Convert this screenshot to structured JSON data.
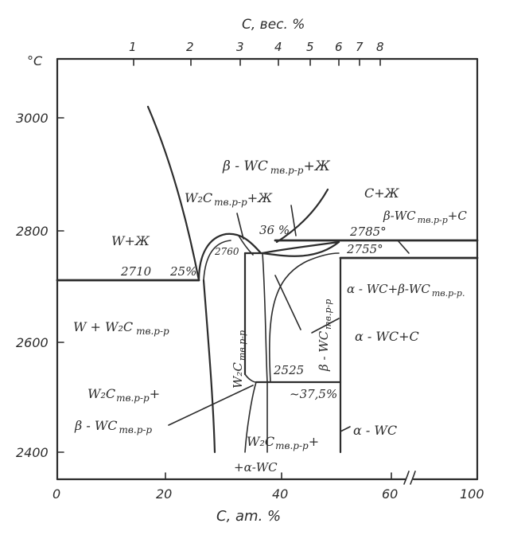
{
  "top_axis": {
    "title": "C, вес. %",
    "ticks": [
      "1",
      "2",
      "3",
      "4",
      "5",
      "6",
      "7",
      "8"
    ]
  },
  "left_axis": {
    "unit": "°C",
    "ticks": [
      "3000",
      "2800",
      "2600",
      "2400"
    ]
  },
  "bottom_axis": {
    "title": "C, am. %",
    "ticks": [
      "0",
      "20",
      "40",
      "60",
      "100"
    ]
  },
  "regions": {
    "w_liquid": "W+Ж",
    "w_w2c": "W + W₂C",
    "w_w2c_sub": "тв.р-р",
    "w2c_liq": "W₂C",
    "w2c_liq_sub": "тв.р-р",
    "w2c_liq_tail": "+Ж",
    "beta_liq": "β - WC",
    "beta_liq_sub": "тв.р-р",
    "beta_liq_tail": "+Ж",
    "c_liq": "C+Ж",
    "beta_c": "β-WC",
    "beta_c_sub": "тв.р-р",
    "beta_c_tail": "+C",
    "alpha_beta": "α - WC+β-WC",
    "alpha_beta_sub": "тв.р-р.",
    "alpha_c": "α - WC+C",
    "alpha_wc": "α - WC",
    "w2c_vert": "W₂C",
    "w2c_vert_sub": "тв.р-р",
    "beta_vert": "β - WC",
    "beta_vert_sub": "тв.р-р",
    "w2c_beta_line1": "W₂C",
    "w2c_beta_line1_sub": "тв.р-р",
    "w2c_beta_line1_tail": "+",
    "w2c_beta_line2": "β - WC",
    "w2c_beta_line2_sub": "тв.р-р",
    "w2c_alpha_line1": "W₂C",
    "w2c_alpha_line1_sub": "тв.р-р",
    "w2c_alpha_line1_tail": "+",
    "w2c_alpha_line2": "+α-WC"
  },
  "annotations": {
    "t2710": "2710",
    "p25": "25%",
    "t2760": "2760",
    "p36": "36 %",
    "t2785": "2785°",
    "t2755": "2755°",
    "t2525": "2525",
    "p375": "~37,5%"
  },
  "chart_data": {
    "type": "phase-diagram",
    "x_unit": "at. % C",
    "x_range": [
      0,
      100
    ],
    "y_unit": "°C",
    "y_range": [
      2350,
      3100
    ],
    "invariant_points": [
      {
        "label": "2710",
        "T": 2710,
        "x": 25
      },
      {
        "label": "2760",
        "T": 2760,
        "x": 32
      },
      {
        "label": "2785°",
        "T": 2785,
        "x": 36
      },
      {
        "label": "2755°",
        "T": 2755,
        "x": 50
      },
      {
        "label": "2525",
        "T": 2525,
        "x": 37.5
      }
    ]
  }
}
